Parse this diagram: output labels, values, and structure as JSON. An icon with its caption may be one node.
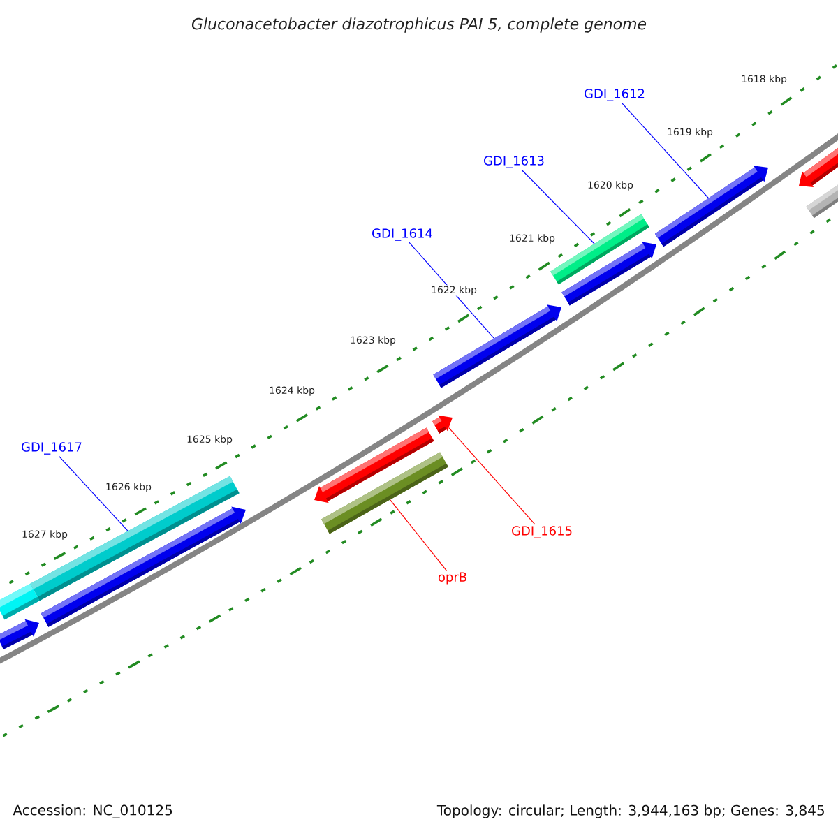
{
  "diagram": {
    "title": "Gluconacetobacter diazotrophicus PAI 5, complete genome",
    "nodes": [
      {
        "text": [
          "GDI_1612"
        ]
      },
      {
        "text": [
          "GDI_1613"
        ]
      },
      {
        "text": [
          "GDI_1614"
        ]
      },
      {
        "text": [
          "GDI_1617"
        ]
      },
      {
        "text": [
          "GDI_1615"
        ]
      },
      {
        "text": [
          "oprB"
        ]
      },
      {
        "text": [],
        "shape": "bar"
      },
      {
        "text": [],
        "shape": "bar"
      },
      {
        "text": [],
        "shape": "bar"
      },
      {
        "text": [],
        "shape": "bar"
      },
      {
        "text": [],
        "shape": "bar"
      },
      {
        "text": [],
        "shape": "bar"
      },
      {
        "text": [],
        "shape": "bar"
      },
      {
        "text": [],
        "shape": "bar"
      },
      {
        "text": [],
        "shape": "bar"
      },
      {
        "text": [],
        "shape": "bar"
      },
      {
        "text": [],
        "shape": "bar"
      },
      {
        "text": [],
        "shape": "bar"
      },
      {
        "text": [],
        "shape": "bar"
      }
    ],
    "edges": [
      {
        "from": 0,
        "to": 6,
        "arrow": "none"
      },
      {
        "from": 1,
        "to": 9,
        "arrow": "none"
      },
      {
        "from": 2,
        "to": 11,
        "arrow": "none"
      },
      {
        "from": 3,
        "to": 16,
        "arrow": "none"
      },
      {
        "from": 4,
        "to": 12,
        "arrow": "none",
        "color": "#ff0000"
      },
      {
        "from": 5,
        "to": 14,
        "arrow": "none",
        "color": "#ff0000"
      }
    ],
    "labels": [
      "1618 kbp",
      "1619 kbp",
      "1620 kbp",
      "1621 kbp",
      "1622 kbp",
      "1623 kbp",
      "1624 kbp",
      "1625 kbp",
      "1626 kbp",
      "1627 kbp",
      "Accession: NC_010125",
      "Topology: circular; Length: 3,944,163 bp; Genes: 3,845"
    ]
  }
}
